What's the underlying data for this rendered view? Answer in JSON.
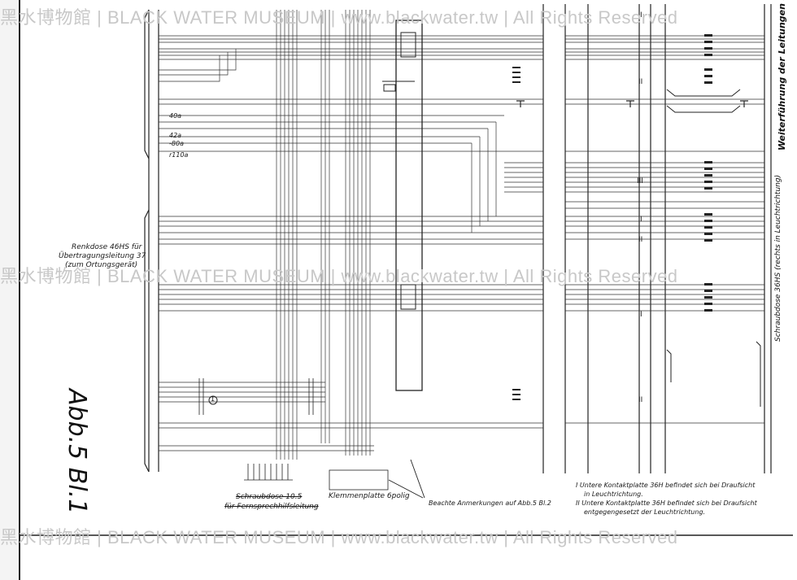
{
  "watermark": {
    "text": "黑水博物館 | BLACK WATER MUSEUM | www.blackwater.tw | All Rights Reserved"
  },
  "figure": {
    "label": "Abb.5 Bl.1"
  },
  "left_label": {
    "line1": "Renkdose 46HS für",
    "line2": "Übertragungsleitung 37",
    "line3": "(zum Ortungsgerät)"
  },
  "bottom_left": {
    "screw_box_line1": "Schraubdose 10.5",
    "screw_box_line2": "für Fernsprechhilfsleitung",
    "terminal_plate": "Klemmenplatte 6polig",
    "note": "Beachte Anmerkungen auf Abb.5 Bl.2"
  },
  "notes": {
    "note1_line1": "I Untere Kontaktplatte 36H befindet sich bei Draufsicht",
    "note1_line2": "in Leuchtrichtung.",
    "note2_line1": "II Untere Kontaktplatte 36H befindet sich bei Draufsicht",
    "note2_line2": "entgegengesetzt der Leuchtrichtung."
  },
  "right_vertical": {
    "top": "Weiterführung der Leitungen auf",
    "mid": "Schraubdose 36HS (rechts in Leuchtrichtung)"
  },
  "roman_labels": [
    "I",
    "II",
    "III",
    "I",
    "II",
    "I",
    "II"
  ],
  "circled_marker": "1",
  "row_labels_left": [
    "40a",
    "42a",
    "-80a",
    "r110a"
  ]
}
